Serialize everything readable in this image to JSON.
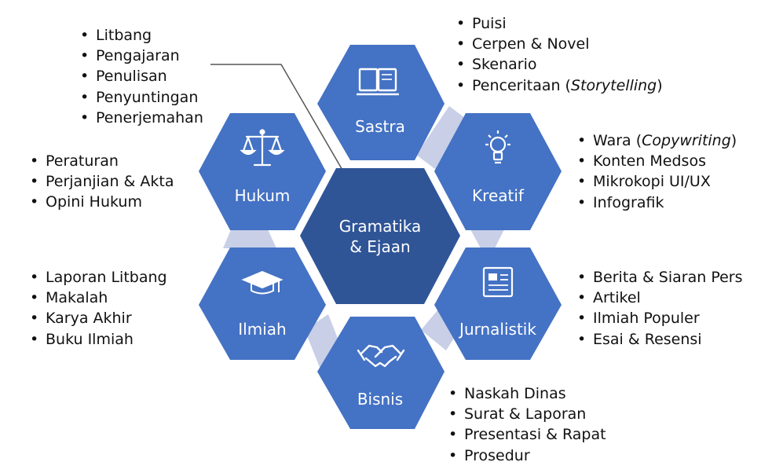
{
  "colors": {
    "hex_fill": "#4472c4",
    "center_fill": "#2f5597",
    "connector_fill": "#c8cfe6",
    "text": "#111111",
    "leader_line": "#555555"
  },
  "center": {
    "line1": "Gramatika",
    "line2": "& Ejaan"
  },
  "hexagons": [
    {
      "id": "sastra",
      "label": "Sastra",
      "icon": "book-icon"
    },
    {
      "id": "kreatif",
      "label": "Kreatif",
      "icon": "lightbulb-icon"
    },
    {
      "id": "jurnalistik",
      "label": "Jurnalistik",
      "icon": "newspaper-icon"
    },
    {
      "id": "bisnis",
      "label": "Bisnis",
      "icon": "handshake-icon"
    },
    {
      "id": "ilmiah",
      "label": "Ilmiah",
      "icon": "graduation-cap-icon"
    },
    {
      "id": "hukum",
      "label": "Hukum",
      "icon": "scales-icon"
    }
  ],
  "lists": {
    "center": [
      "Litbang",
      "Pengajaran",
      "Penulisan",
      "Penyuntingan",
      "Penerjemahan"
    ],
    "sastra": [
      {
        "text": "Puisi"
      },
      {
        "text": "Cerpen & Novel"
      },
      {
        "text": "Skenario"
      },
      {
        "text": "Penceritaan (",
        "em": "Storytelling",
        "after": ")"
      }
    ],
    "kreatif": [
      {
        "text": "Wara (",
        "em": "Copywriting",
        "after": ")"
      },
      {
        "text": "Konten Medsos"
      },
      {
        "text": "Mikrokopi UI/UX"
      },
      {
        "text": "Infografik"
      }
    ],
    "jurnalistik": [
      "Berita & Siaran Pers",
      "Artikel",
      "Ilmiah Populer",
      "Esai & Resensi"
    ],
    "bisnis": [
      "Naskah Dinas",
      "Surat & Laporan",
      "Presentasi & Rapat",
      "Prosedur"
    ],
    "ilmiah": [
      "Laporan Litbang",
      "Makalah",
      "Karya Akhir",
      "Buku Ilmiah"
    ],
    "hukum": [
      "Peraturan",
      "Perjanjian & Akta",
      "Opini Hukum"
    ]
  }
}
